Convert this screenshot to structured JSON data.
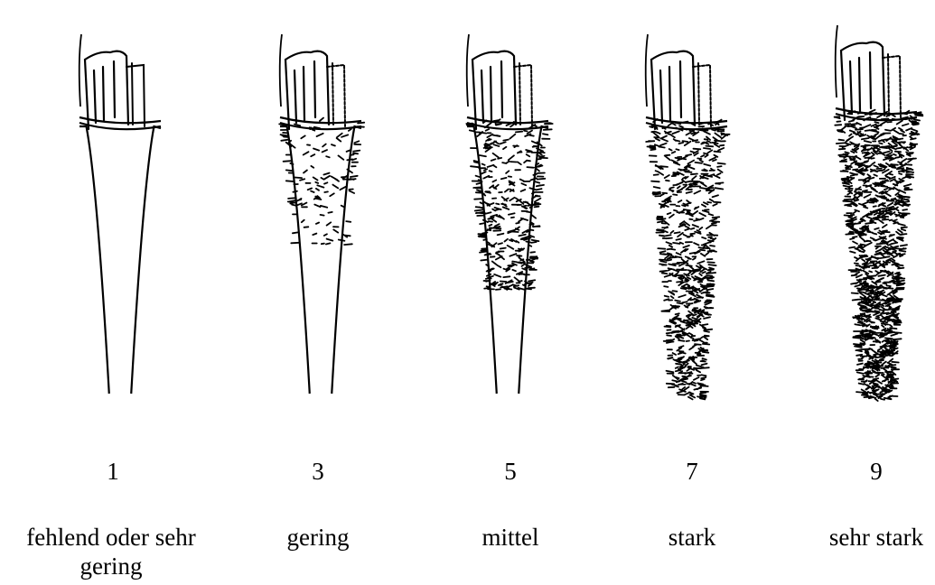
{
  "title": "",
  "colors": {
    "ink": "#000000",
    "background": "#ffffff"
  },
  "scale": [
    {
      "number": "1",
      "label": "fehlend oder sehr gering",
      "hair_density": 0.0,
      "hair_coverage": 0.0
    },
    {
      "number": "3",
      "label": "gering",
      "hair_density": 0.25,
      "hair_coverage": 0.45
    },
    {
      "number": "5",
      "label": "mittel",
      "hair_density": 0.5,
      "hair_coverage": 0.6
    },
    {
      "number": "7",
      "label": "stark",
      "hair_density": 0.75,
      "hair_coverage": 1.0
    },
    {
      "number": "9",
      "label": "sehr stark",
      "hair_density": 1.0,
      "hair_coverage": 1.0
    }
  ]
}
